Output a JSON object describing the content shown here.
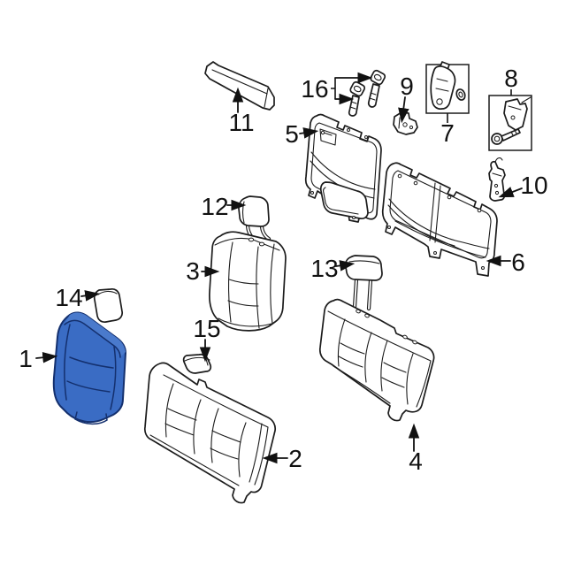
{
  "canvas": {
    "background_color": "#ffffff",
    "outline_color": "#1c1c1c"
  },
  "colors": {
    "highlight_fill": "#3a6cc4",
    "highlight_seam": "#14306e"
  },
  "callouts": [
    {
      "number": "1"
    },
    {
      "number": "2"
    },
    {
      "number": "3"
    },
    {
      "number": "4"
    },
    {
      "number": "5"
    },
    {
      "number": "6"
    },
    {
      "number": "7"
    },
    {
      "number": "8"
    },
    {
      "number": "9"
    },
    {
      "number": "10"
    },
    {
      "number": "11"
    },
    {
      "number": "12"
    },
    {
      "number": "13"
    },
    {
      "number": "14"
    },
    {
      "number": "15"
    },
    {
      "number": "16"
    }
  ]
}
